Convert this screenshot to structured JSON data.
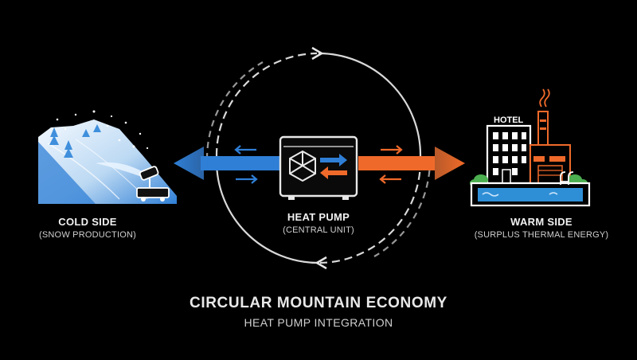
{
  "cold_side": {
    "title": "COLD SIDE",
    "subtitle": "(SNOW PRODUCTION)"
  },
  "heat_pump": {
    "title": "HEAT PUMP",
    "subtitle": "(CENTRAL UNIT)"
  },
  "warm_side": {
    "title": "WARM SIDE",
    "subtitle": "(SURPLUS THERMAL ENERGY)",
    "building_sign": "HOTEL"
  },
  "footer": {
    "title": "CIRCULAR MOUNTAIN ECONOMY",
    "subtitle": "HEAT PUMP INTEGRATION"
  },
  "colors": {
    "background": "#000000",
    "cold_blue": "#2f7fd6",
    "warm_orange": "#ef6a2a",
    "cycle_line": "#d9d9d9",
    "snow": "#eef6ff",
    "building_outline": "#ffffff",
    "pool_water": "#2f8fd6",
    "tree_green": "#4caf50"
  },
  "icons": {
    "snow_slope": "snow-slope-icon",
    "snow_cannon": "snow-cannon-icon",
    "heat_pump": "heat-pump-unit-icon",
    "hotel": "hotel-building-icon",
    "factory": "factory-icon",
    "pool": "swimming-pool-icon"
  }
}
